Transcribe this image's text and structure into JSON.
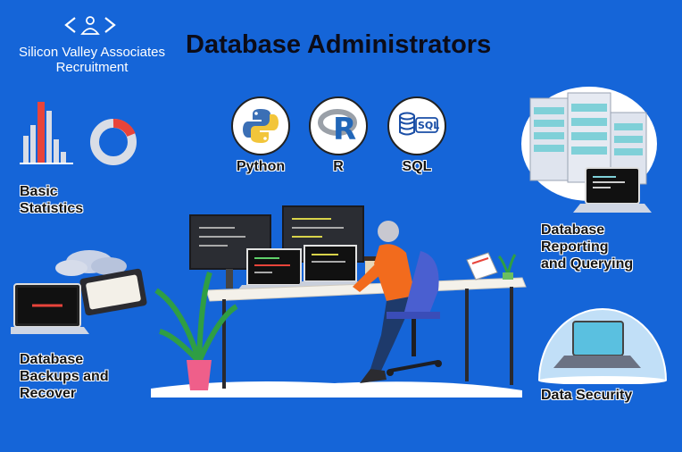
{
  "brand": {
    "line1": "Silicon Valley Associates",
    "line2": "Recruitment"
  },
  "title": "Database Administrators",
  "languages": [
    {
      "label": "Python",
      "icon": "python-icon"
    },
    {
      "label": "R",
      "icon": "r-icon"
    },
    {
      "label": "SQL",
      "icon": "sql-icon"
    }
  ],
  "sql_badge": "SQL",
  "features": {
    "statistics": [
      "Basic",
      "Statistics"
    ],
    "backups": [
      "Database",
      "Backups and",
      "Recover"
    ],
    "reporting": [
      "Database",
      "Reporting",
      "and Querying"
    ],
    "security": [
      "Data Security"
    ]
  },
  "colors": {
    "background": "#1565d8",
    "accent_red": "#e8443a",
    "accent_orange": "#f26b1d",
    "chair_blue": "#4a5fd0"
  }
}
